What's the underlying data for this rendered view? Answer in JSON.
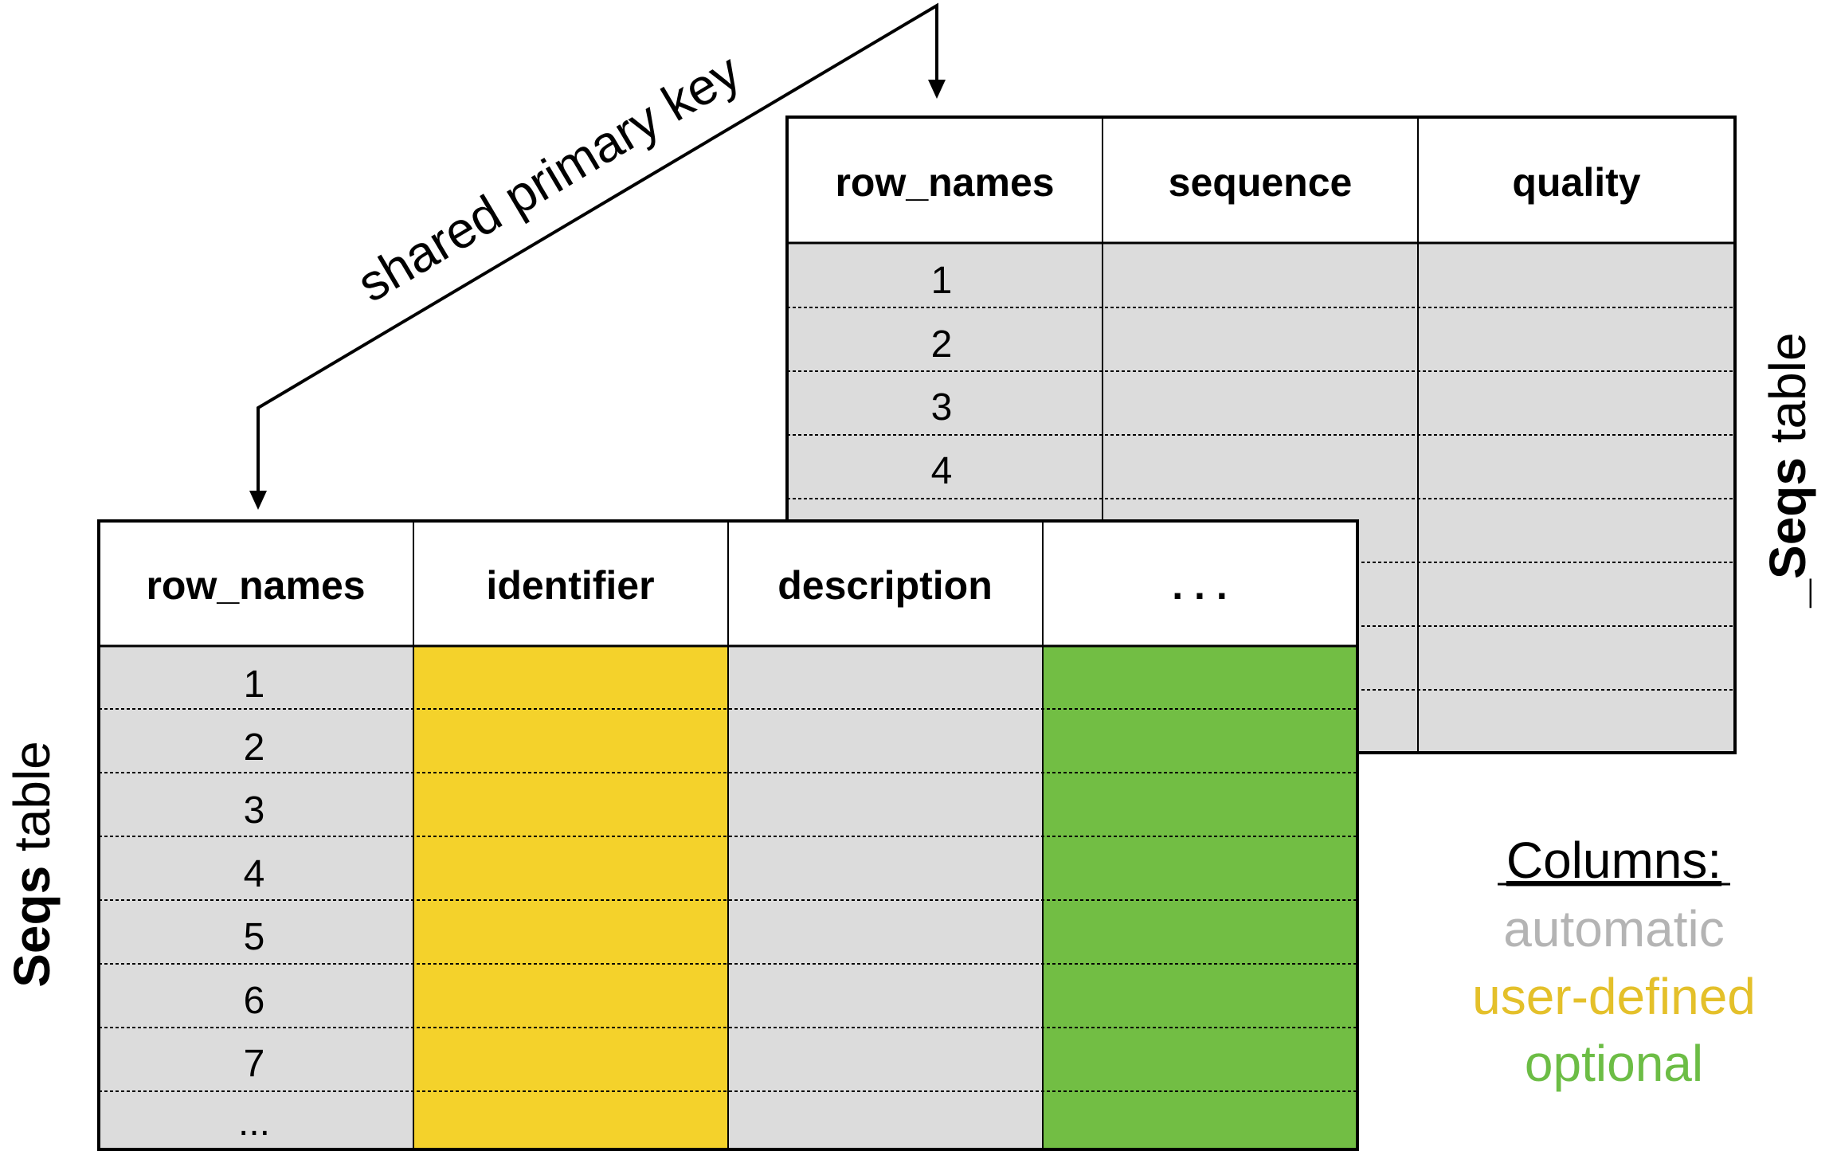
{
  "colors": {
    "automatic": "#dcdcdc",
    "user_defined": "#f4d22b",
    "optional": "#72be44",
    "line": "#000000",
    "legend_automatic": "#b4b4b4",
    "legend_user_defined": "#e4c02a",
    "legend_optional": "#6cbd45"
  },
  "arrow": {
    "label": "shared primary key"
  },
  "back_table": {
    "title_prefix": "_Seqs",
    "title_suffix": " table",
    "headers": [
      "row_names",
      "sequence",
      "quality"
    ],
    "rows": [
      "1",
      "2",
      "3",
      "4"
    ]
  },
  "front_table": {
    "title_prefix": "Seqs",
    "title_suffix": " table",
    "headers": [
      "row_names",
      "identifier",
      "description",
      ". . ."
    ],
    "rows": [
      "1",
      "2",
      "3",
      "4",
      "5",
      "6",
      "7",
      "..."
    ]
  },
  "legend": {
    "title": "Columns:",
    "automatic": "automatic",
    "user_defined": "user-defined",
    "optional": "optional"
  }
}
